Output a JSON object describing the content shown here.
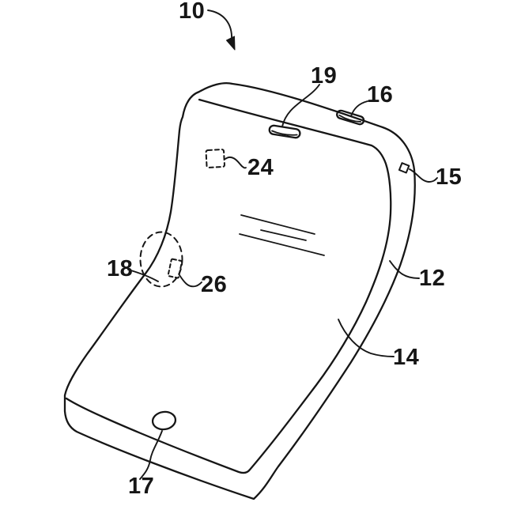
{
  "figure": {
    "background": "#ffffff",
    "line_color": "#161616",
    "labels": {
      "ref10": "10",
      "ref12": "12",
      "ref14": "14",
      "ref15": "15",
      "ref16": "16",
      "ref17": "17",
      "ref18": "18",
      "ref19": "19",
      "ref24": "24",
      "ref26": "26"
    }
  }
}
